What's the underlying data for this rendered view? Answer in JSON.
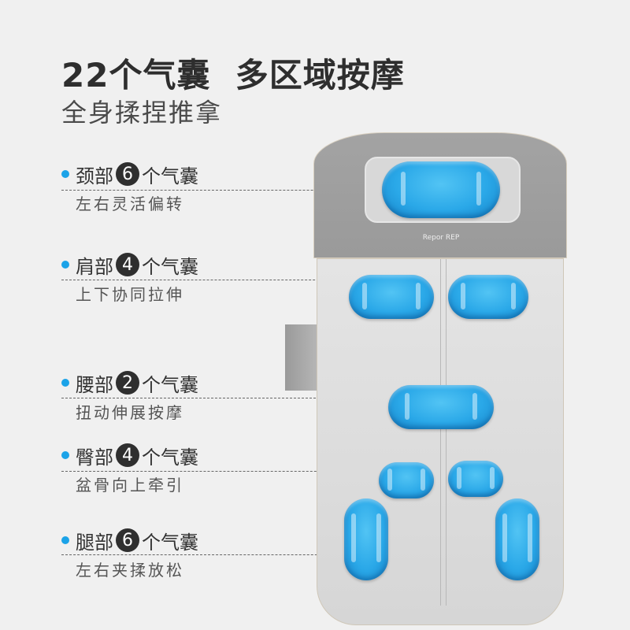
{
  "header": {
    "title": "22个气囊  多区域按摩",
    "subtitle": "全身揉捏推拿"
  },
  "features": [
    {
      "part": "颈部",
      "count": "6",
      "unit": "个气囊",
      "desc": "左右灵活偏转"
    },
    {
      "part": "肩部",
      "count": "4",
      "unit": "个气囊",
      "desc": "上下协同拉伸"
    },
    {
      "part": "腰部",
      "count": "2",
      "unit": "个气囊",
      "desc": "扭动伸展按摩"
    },
    {
      "part": "臀部",
      "count": "4",
      "unit": "个气囊",
      "desc": "盆骨向上牵引"
    },
    {
      "part": "腿部",
      "count": "6",
      "unit": "个气囊",
      "desc": "左右夹揉放松"
    }
  ],
  "device": {
    "logo": "Repor REP"
  },
  "colors": {
    "accent_dot": "#1ba3e8",
    "airbag_blue": "#2aa8e8",
    "badge_bg": "#2f2f2f"
  }
}
